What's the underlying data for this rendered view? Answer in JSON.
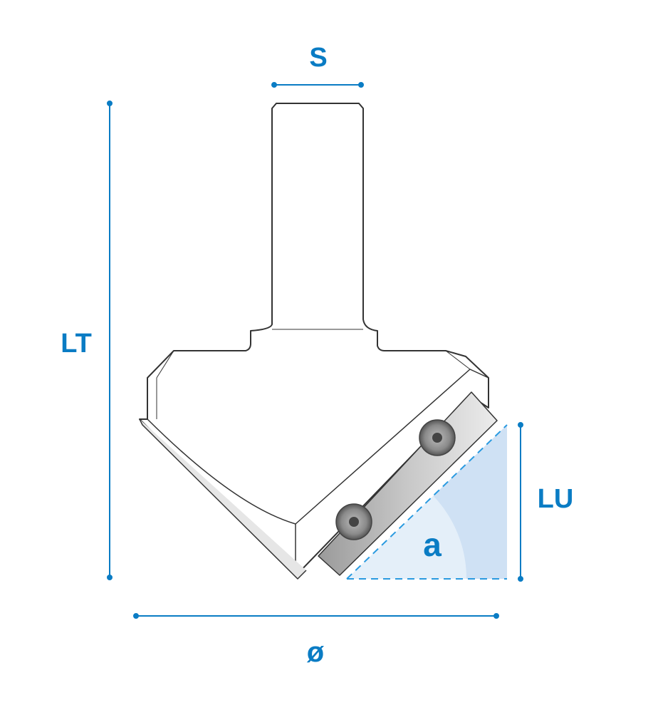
{
  "dimensions": {
    "shank_diameter": "S",
    "total_length": "LT",
    "cutting_length": "LU",
    "angle": "a",
    "diameter": "ø"
  },
  "colors": {
    "dimension_blue": "#0a7cc4",
    "angle_fill": "#e4eff9",
    "angle_arc_fill": "#cfe1f4",
    "outline": "#333333"
  }
}
